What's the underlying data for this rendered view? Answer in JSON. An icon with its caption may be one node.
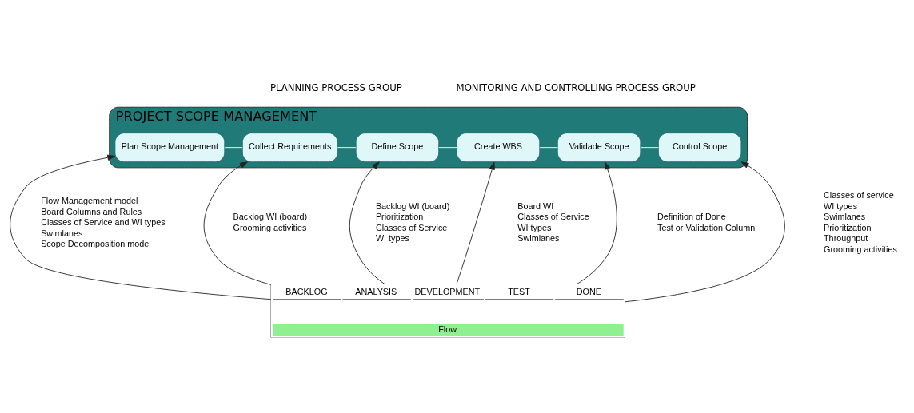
{
  "diagram": {
    "nodes": [
      {
        "text": [
          "PROJECT SCOPE MANAGEMENT"
        ]
      },
      {
        "text": [
          "Plan Scope Management"
        ],
        "in": 0,
        "beside": [
          "Flow Management model",
          "Board Columns and Rules",
          "Classes of Service and WI types",
          "Swimlanes",
          "Scope Decomposition model"
        ]
      },
      {
        "text": [
          "Collect Requirements"
        ],
        "in": 0,
        "beside": [
          "Backlog WI (board)",
          "Grooming activities"
        ]
      },
      {
        "text": [
          "Define Scope"
        ],
        "in": 0,
        "beside": [
          "Backlog WI (board)",
          "Prioritization",
          "Classes of Service",
          "WI types"
        ]
      },
      {
        "text": [
          "Create WBS"
        ],
        "in": 0,
        "beside": [
          "Board WI",
          "Classes of Service",
          "WI types",
          "Swimlanes"
        ]
      },
      {
        "text": [
          "Validade Scope"
        ],
        "in": 0,
        "beside": [
          "Definition of Done",
          "Test or Validation Column"
        ]
      },
      {
        "text": [
          "Control Scope"
        ],
        "in": 0,
        "beside": [
          "Classes of service",
          "WI types",
          "Swimlanes",
          "Prioritization",
          "Throughput",
          "Grooming activities"
        ]
      },
      {
        "text": [
          "BACKLOG",
          "ANALYSIS",
          "DEVELOPMENT",
          "TEST",
          "DONE",
          "Flow"
        ]
      }
    ],
    "edges": [
      {
        "from": 1,
        "to": 2,
        "arrow": "none",
        "color": "#ffffff"
      },
      {
        "from": 2,
        "to": 3,
        "arrow": "none",
        "color": "#ffffff"
      },
      {
        "from": 3,
        "to": 4,
        "arrow": "none",
        "color": "#ffffff"
      },
      {
        "from": 4,
        "to": 5,
        "arrow": "none",
        "color": "#ffffff"
      },
      {
        "from": 5,
        "to": 6,
        "arrow": "none",
        "color": "#ffffff"
      },
      {
        "from": 7,
        "to": 1,
        "arrow": "to"
      },
      {
        "from": 7,
        "to": 2,
        "arrow": "to"
      },
      {
        "from": 7,
        "to": 3,
        "arrow": "to"
      },
      {
        "from": 7,
        "to": 4,
        "arrow": "to"
      },
      {
        "from": 7,
        "to": 5,
        "arrow": "to"
      },
      {
        "from": 7,
        "to": 6,
        "arrow": "to"
      }
    ],
    "labels": [
      "PLANNING PROCESS GROUP",
      "MONITORING AND CONTROLLING PROCESS GROUP"
    ]
  }
}
